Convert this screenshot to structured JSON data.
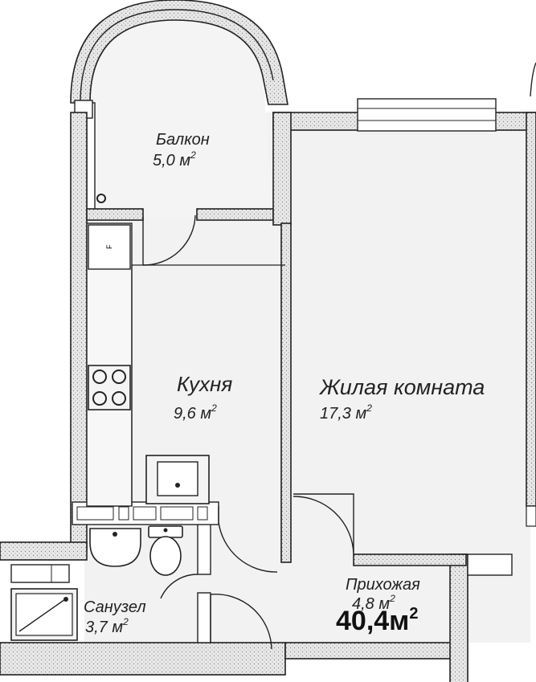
{
  "rooms": {
    "balcony": {
      "name": "Балкон",
      "area": "5,0 м",
      "sup": "2"
    },
    "kitchen": {
      "name": "Кухня",
      "area": "9,6 м",
      "sup": "2"
    },
    "living": {
      "name": "Жилая комната",
      "area": "17,3 м",
      "sup": "2"
    },
    "hall": {
      "name": "Прихожая",
      "area": "4,8 м",
      "sup": "2"
    },
    "bath": {
      "name": "Санузел",
      "area": "3,7 м",
      "sup": "2"
    }
  },
  "total": {
    "value": "40,4м",
    "sup": "2"
  },
  "fridge_label": "F",
  "icons": [
    "stove-icon",
    "sink-icon",
    "toilet-icon",
    "washbasin-icon",
    "shower-icon",
    "fridge-icon",
    "radiator-icon"
  ]
}
